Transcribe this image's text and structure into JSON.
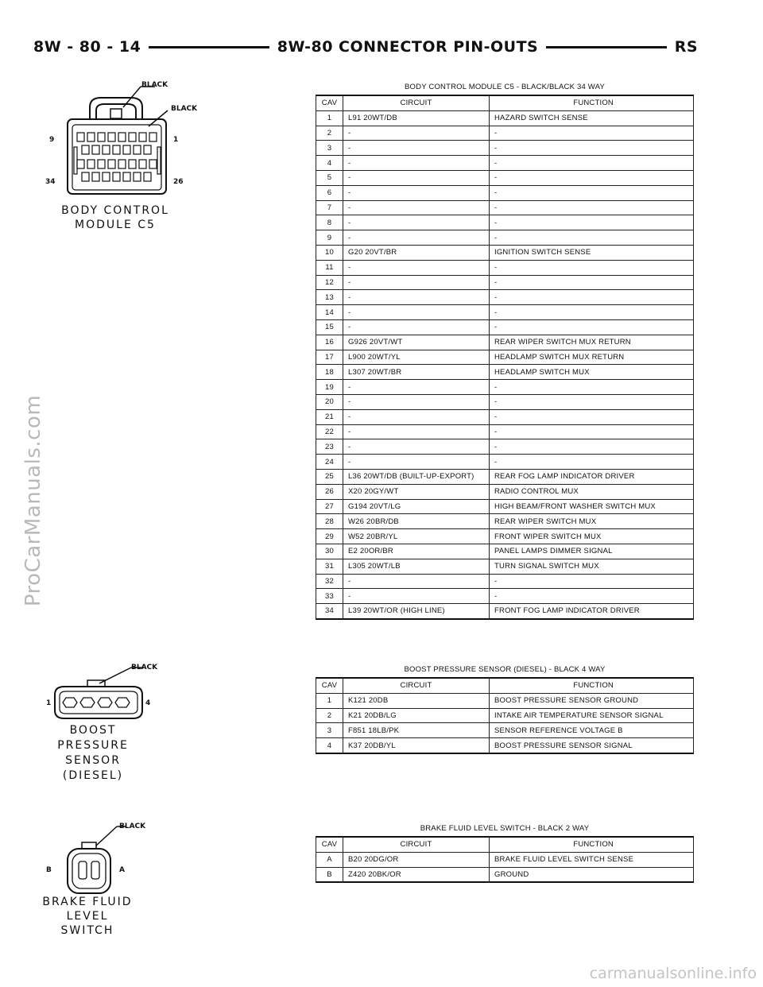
{
  "header": {
    "page_ref": "8W - 80 - 14",
    "section_title": "8W-80 CONNECTOR PIN-OUTS",
    "model": "RS"
  },
  "watermark": "ProCarManuals.com",
  "footer_url": "carmanualsonline.info",
  "columns": {
    "cav": "CAV",
    "circuit": "CIRCUIT",
    "function": "FUNCTION"
  },
  "connectors": [
    {
      "title": "BODY CONTROL MODULE C5 - BLACK/BLACK 34 WAY",
      "diagram_label": [
        "BODY CONTROL",
        "MODULE C5"
      ],
      "callouts": [
        "BLACK",
        "BLACK"
      ],
      "pin_labels": [
        "9",
        "1",
        "34",
        "26"
      ],
      "rows": [
        {
          "cav": "1",
          "circuit": "L91 20WT/DB",
          "function": "HAZARD SWITCH SENSE"
        },
        {
          "cav": "2",
          "circuit": "-",
          "function": "-"
        },
        {
          "cav": "3",
          "circuit": "-",
          "function": "-"
        },
        {
          "cav": "4",
          "circuit": "-",
          "function": "-"
        },
        {
          "cav": "5",
          "circuit": "-",
          "function": "-"
        },
        {
          "cav": "6",
          "circuit": "-",
          "function": "-"
        },
        {
          "cav": "7",
          "circuit": "-",
          "function": "-"
        },
        {
          "cav": "8",
          "circuit": "-",
          "function": "-"
        },
        {
          "cav": "9",
          "circuit": "-",
          "function": "-"
        },
        {
          "cav": "10",
          "circuit": "G20 20VT/BR",
          "function": "IGNITION SWITCH SENSE"
        },
        {
          "cav": "11",
          "circuit": "-",
          "function": "-"
        },
        {
          "cav": "12",
          "circuit": "-",
          "function": "-"
        },
        {
          "cav": "13",
          "circuit": "-",
          "function": "-"
        },
        {
          "cav": "14",
          "circuit": "-",
          "function": "-"
        },
        {
          "cav": "15",
          "circuit": "-",
          "function": "-"
        },
        {
          "cav": "16",
          "circuit": "G926 20VT/WT",
          "function": "REAR WIPER SWITCH MUX RETURN"
        },
        {
          "cav": "17",
          "circuit": "L900 20WT/YL",
          "function": "HEADLAMP SWITCH MUX RETURN"
        },
        {
          "cav": "18",
          "circuit": "L307 20WT/BR",
          "function": "HEADLAMP SWITCH MUX"
        },
        {
          "cav": "19",
          "circuit": "-",
          "function": "-"
        },
        {
          "cav": "20",
          "circuit": "-",
          "function": "-"
        },
        {
          "cav": "21",
          "circuit": "-",
          "function": "-"
        },
        {
          "cav": "22",
          "circuit": "-",
          "function": "-"
        },
        {
          "cav": "23",
          "circuit": "-",
          "function": "-"
        },
        {
          "cav": "24",
          "circuit": "-",
          "function": "-"
        },
        {
          "cav": "25",
          "circuit": "L36 20WT/DB (BUILT-UP-EXPORT)",
          "function": "REAR FOG LAMP INDICATOR DRIVER"
        },
        {
          "cav": "26",
          "circuit": "X20 20GY/WT",
          "function": "RADIO CONTROL MUX"
        },
        {
          "cav": "27",
          "circuit": "G194 20VT/LG",
          "function": "HIGH BEAM/FRONT WASHER SWITCH MUX"
        },
        {
          "cav": "28",
          "circuit": "W26 20BR/DB",
          "function": "REAR WIPER SWITCH MUX"
        },
        {
          "cav": "29",
          "circuit": "W52 20BR/YL",
          "function": "FRONT WIPER SWITCH MUX"
        },
        {
          "cav": "30",
          "circuit": "E2 20OR/BR",
          "function": "PANEL LAMPS DIMMER SIGNAL"
        },
        {
          "cav": "31",
          "circuit": "L305 20WT/LB",
          "function": "TURN SIGNAL SWITCH MUX"
        },
        {
          "cav": "32",
          "circuit": "-",
          "function": "-"
        },
        {
          "cav": "33",
          "circuit": "-",
          "function": "-"
        },
        {
          "cav": "34",
          "circuit": "L39 20WT/OR (HIGH LINE)",
          "function": "FRONT FOG LAMP INDICATOR DRIVER"
        }
      ]
    },
    {
      "title": "BOOST PRESSURE SENSOR (DIESEL) - BLACK 4 WAY",
      "diagram_label": [
        "BOOST",
        "PRESSURE",
        "SENSOR",
        "(DIESEL)"
      ],
      "callouts": [
        "BLACK"
      ],
      "pin_labels": [
        "1",
        "4"
      ],
      "rows": [
        {
          "cav": "1",
          "circuit": "K121 20DB",
          "function": "BOOST PRESSURE SENSOR GROUND"
        },
        {
          "cav": "2",
          "circuit": "K21 20DB/LG",
          "function": "INTAKE AIR TEMPERATURE SENSOR SIGNAL"
        },
        {
          "cav": "3",
          "circuit": "F851 18LB/PK",
          "function": "SENSOR REFERENCE VOLTAGE B"
        },
        {
          "cav": "4",
          "circuit": "K37 20DB/YL",
          "function": "BOOST PRESSURE SENSOR SIGNAL"
        }
      ]
    },
    {
      "title": "BRAKE FLUID LEVEL SWITCH - BLACK 2 WAY",
      "diagram_label": [
        "BRAKE FLUID",
        "LEVEL SWITCH"
      ],
      "callouts": [
        "BLACK"
      ],
      "pin_labels": [
        "B",
        "A"
      ],
      "rows": [
        {
          "cav": "A",
          "circuit": "B20 20DG/OR",
          "function": "BRAKE FLUID LEVEL SWITCH SENSE"
        },
        {
          "cav": "B",
          "circuit": "Z420 20BK/OR",
          "function": "GROUND"
        }
      ]
    }
  ]
}
